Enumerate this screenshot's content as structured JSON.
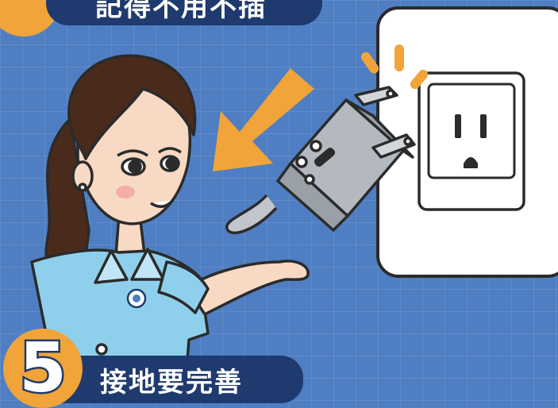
{
  "headings": {
    "top_title": "記得不用不插",
    "bottom_title": "接地要完善",
    "bottom_number": "5"
  },
  "colors": {
    "background": "#4f7ec2",
    "banner": "#1f3a6e",
    "accent": "#f0a43a",
    "outlet": "#ffffff",
    "plug": "#b4b9c0",
    "uniform": "#8ed0ec",
    "hair": "#4a2b1b"
  },
  "icons": {
    "arrow": "arrow-down-left-icon",
    "spark": "spark-icon",
    "emblem": "emblem-icon"
  }
}
